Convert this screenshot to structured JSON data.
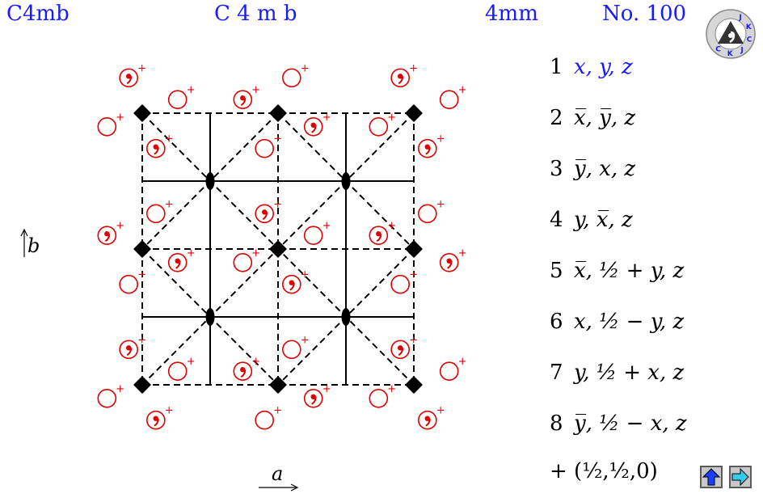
{
  "header": {
    "hm_symbol": "C4mb",
    "full_symbol": "C 4 m b",
    "point_group": "4mm",
    "number": "No. 100"
  },
  "logo": {
    "letters": [
      "J",
      "K",
      "C",
      "J",
      "K",
      "C"
    ],
    "icon": "comma-triangle-logo"
  },
  "axes": {
    "a": "a",
    "b": "b"
  },
  "positions": [
    {
      "n": "1",
      "coord": "x, y, z"
    },
    {
      "n": "2",
      "coord": "x̅, y̅, z"
    },
    {
      "n": "3",
      "coord": "y̅, x, z"
    },
    {
      "n": "4",
      "coord": "y, x̅, z"
    },
    {
      "n": "5",
      "coord": "x̅, ½ + y, z"
    },
    {
      "n": "6",
      "coord": "x, ½ − y, z"
    },
    {
      "n": "7",
      "coord": "y, ½ + x, z"
    },
    {
      "n": "8",
      "coord": "y̅, ½ − x, z"
    }
  ],
  "centering": "+ (½,½,0)",
  "nav": {
    "up": "up-arrow-icon",
    "next": "right-arrow-icon"
  },
  "colors": {
    "header": "#1a1aff",
    "circle": "#dd0000",
    "lines": "#000000",
    "nav_up": "#1a3fff",
    "nav_right": "#33ccee"
  }
}
